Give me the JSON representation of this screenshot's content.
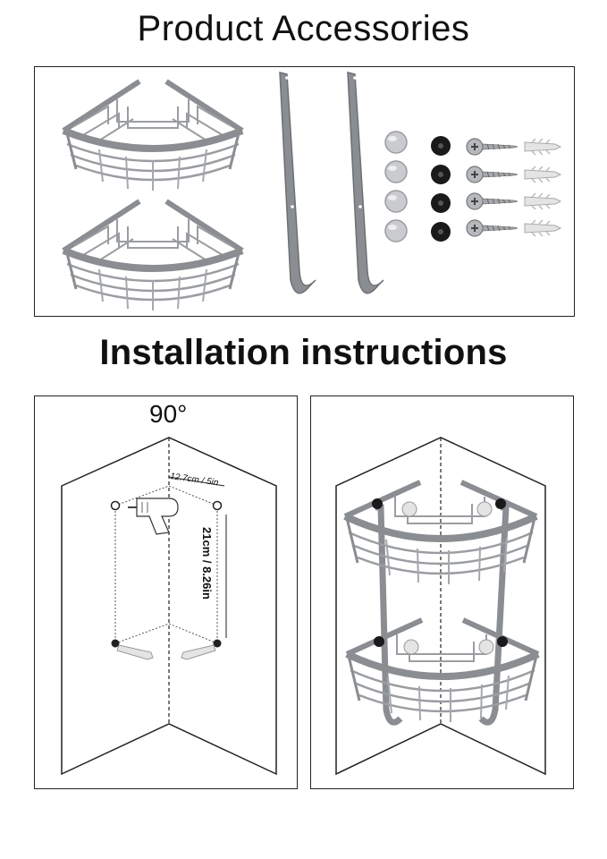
{
  "headings": {
    "accessories": "Product Accessories",
    "installation": "Installation instructions"
  },
  "instructions": {
    "angle": "90°",
    "width": "12.7cm / 5in",
    "height": "21cm / 8.26in"
  },
  "colors": {
    "metal": "#8a8d91",
    "metal_light": "#c9cbce",
    "rubber": "#1a1a1a",
    "anchor": "#e4e4e4",
    "border": "#222222"
  },
  "icons": [
    "corner-basket-icon",
    "hook-bracket-icon",
    "cap-icon",
    "rubber-pad-icon",
    "screw-icon",
    "wall-anchor-icon",
    "drill-icon"
  ]
}
